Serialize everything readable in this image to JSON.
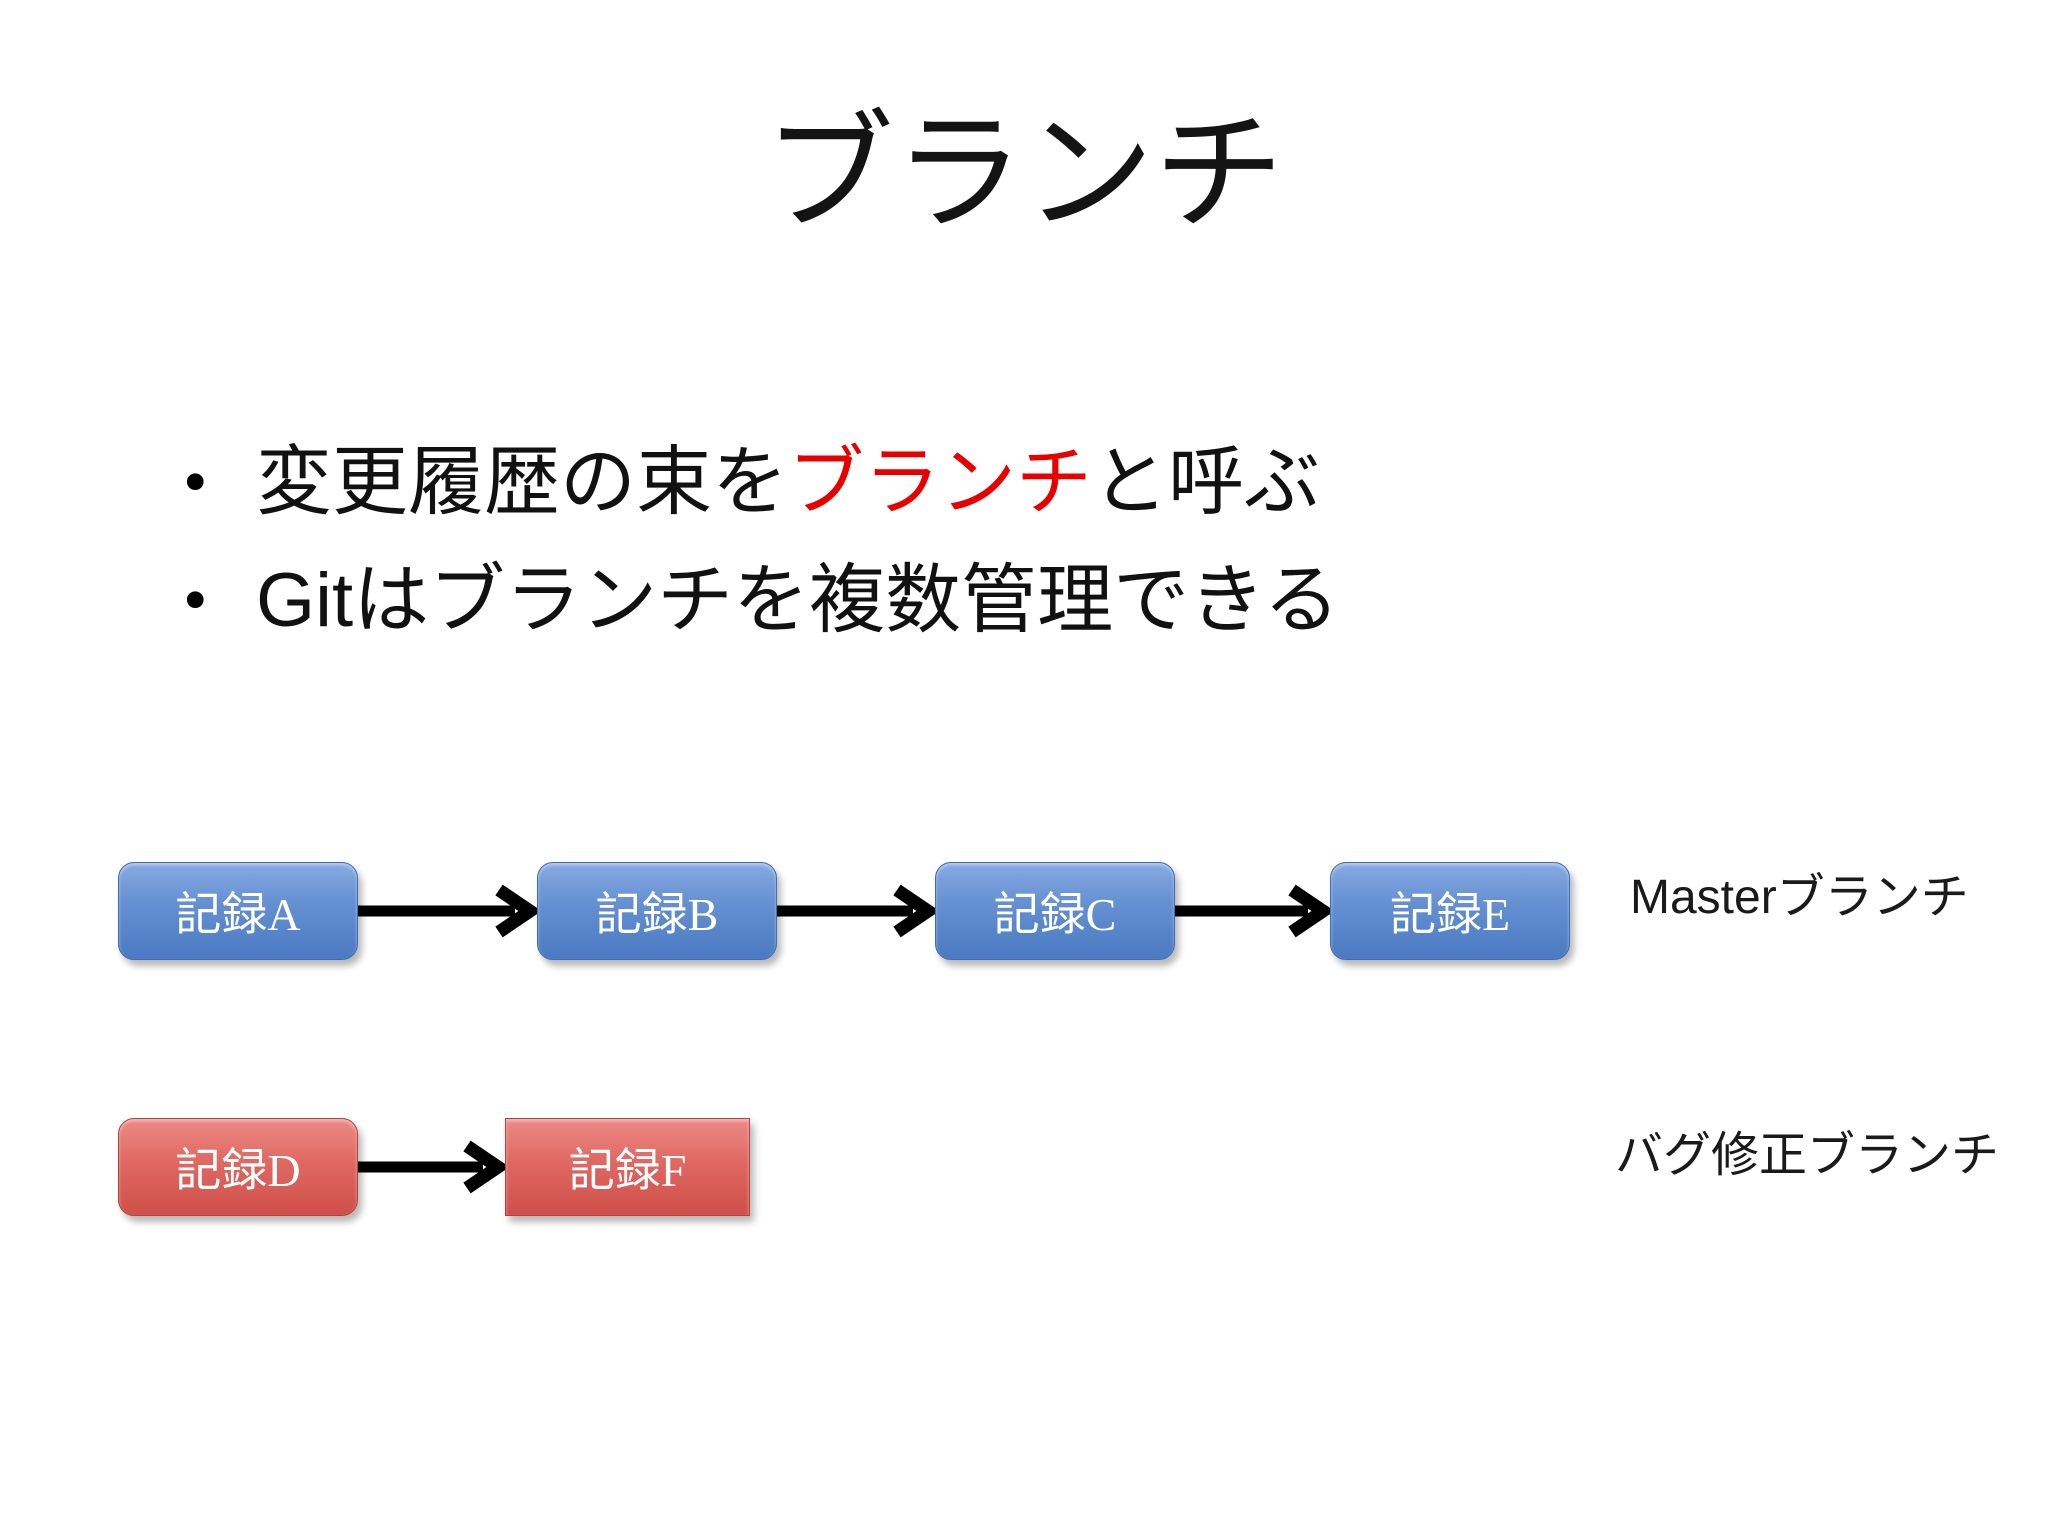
{
  "title": "ブランチ",
  "bullets": [
    {
      "marker": "•",
      "pre": "変更履歴の束を",
      "highlight": "ブランチ",
      "post": "と呼ぶ"
    },
    {
      "marker": "•",
      "latin": "Git",
      "rest": "はブランチを複数管理できる"
    }
  ],
  "diagram": {
    "master_branch": {
      "nodes": [
        "記録A",
        "記録B",
        "記録C",
        "記録E"
      ],
      "label_latin": "Master",
      "label_jp": "ブランチ"
    },
    "bugfix_branch": {
      "nodes": [
        "記録D",
        "記録F"
      ],
      "label": "バグ修正ブランチ"
    },
    "arrow_icon": "right-arrow"
  },
  "colors": {
    "highlight_text": "#E80000",
    "master_node_top": "#87AAE1",
    "master_node_bottom": "#4A7AC2",
    "master_node_border": "#3F6CB3",
    "bugfix_node_top": "#EC8B85",
    "bugfix_node_bottom": "#D04F4A",
    "bugfix_node_border": "#B5423E",
    "arrow": "#000000",
    "background": "#FFFFFF",
    "text": "#111111",
    "node_text": "#FFFFFF"
  }
}
